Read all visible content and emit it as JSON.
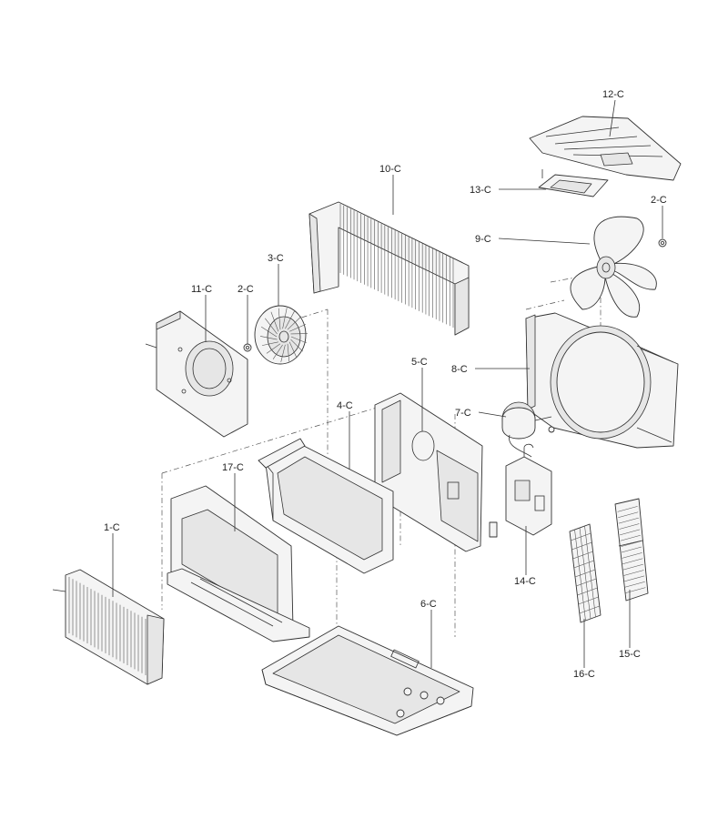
{
  "labels": {
    "p12": "12-C",
    "p13": "13-C",
    "p2a": "2-C",
    "p9": "9-C",
    "p10": "10-C",
    "p3": "3-C",
    "p11": "11-C",
    "p2b": "2-C",
    "p5": "5-C",
    "p8": "8-C",
    "p4": "4-C",
    "p7": "7-C",
    "p17": "17-C",
    "p1": "1-C",
    "p14": "14-C",
    "p6": "6-C",
    "p15": "15-C",
    "p16": "16-C"
  }
}
